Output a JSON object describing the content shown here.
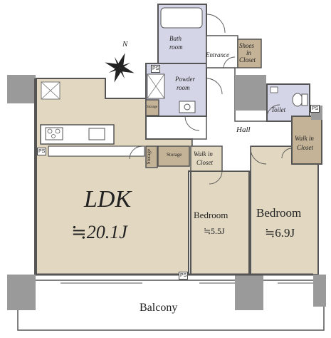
{
  "compass": {
    "north_label": "N"
  },
  "rooms": {
    "ldk": {
      "name": "LDK",
      "area": "≒20.1J"
    },
    "bedroom_small": {
      "name": "Bedroom",
      "area": "≒5.5J"
    },
    "bedroom_large": {
      "name": "Bedroom",
      "area": "≒6.9J"
    },
    "balcony": {
      "name": "Balcony"
    },
    "hall": {
      "name": "Hall"
    },
    "bath": {
      "name_line1": "Bath",
      "name_line2": "room"
    },
    "powder": {
      "name_line1": "Powder",
      "name_line2": "room"
    },
    "entrance": {
      "name": "Entrance"
    },
    "shoes_closet": {
      "line1": "Shoes",
      "line2": "in",
      "line3": "Closet"
    },
    "toilet": {
      "name": "Toilet"
    },
    "walk_in_closet_right": {
      "line1": "Walk in",
      "line2": "Closet"
    },
    "walk_in_closet_mid": {
      "line1": "Walk in",
      "line2": "Closet"
    },
    "storage_small": {
      "name": "Storage"
    },
    "storage_vertical": {
      "name": "Storage"
    },
    "storage_tiny": {
      "name": "Storage"
    }
  },
  "ps_labels": [
    "PS",
    "PS",
    "PS",
    "PS"
  ],
  "colors": {
    "living": "#e2d8c2",
    "wet": "#d4d5e6",
    "closet": "#c4b396",
    "column": "#9a9a9a",
    "wall": "#555555",
    "floor": "#ffffff"
  }
}
